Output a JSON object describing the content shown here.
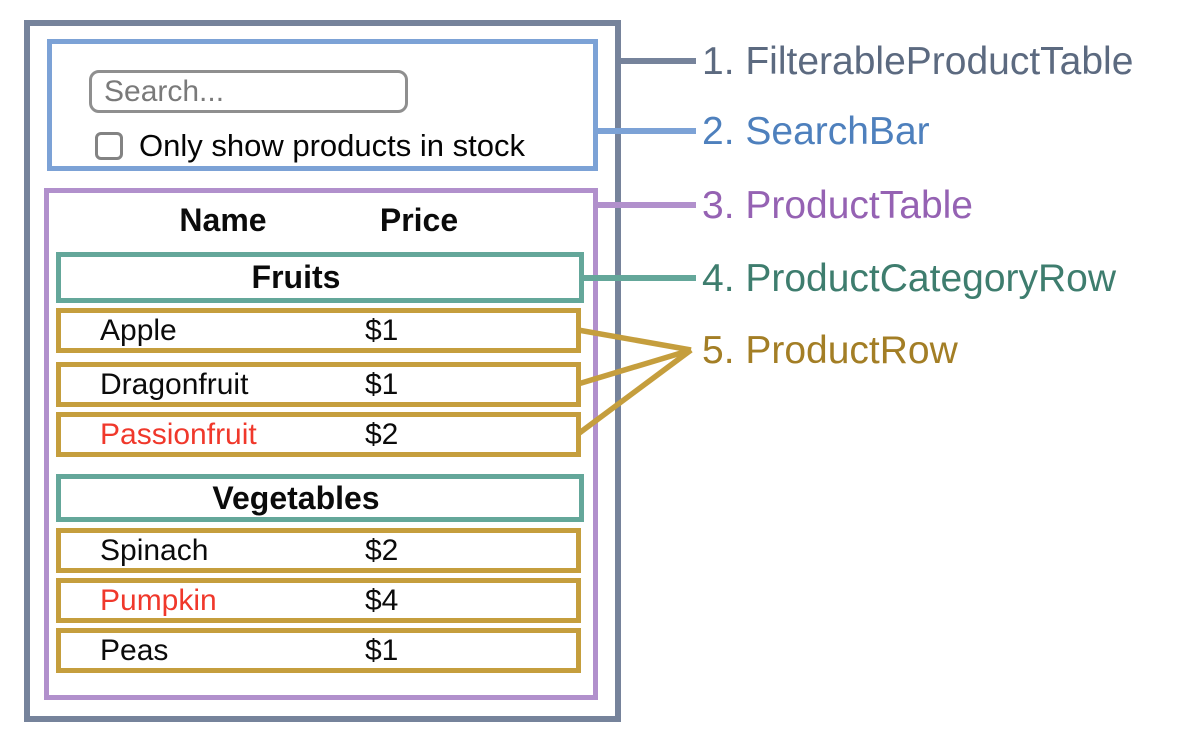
{
  "palette": {
    "filterable_border": "#76839B",
    "searchbar_border": "#7CA2D6",
    "producttable_border": "#B190CC",
    "category_border": "#64A79A",
    "productrow_border": "#C59E3D",
    "out_of_stock_text": "#F0382B",
    "text": "#0B0B0B"
  },
  "search_bar": {
    "placeholder": "Search...",
    "checkbox_label": "Only show products in stock",
    "checkbox_checked": false
  },
  "product_table": {
    "name_header": "Name",
    "price_header": "Price",
    "categories": [
      {
        "label": "Fruits",
        "rows": [
          {
            "name": "Apple",
            "price": "$1",
            "out_of_stock": false,
            "name_color": "#0B0B0B"
          },
          {
            "name": "Dragonfruit",
            "price": "$1",
            "out_of_stock": false,
            "name_color": "#0B0B0B"
          },
          {
            "name": "Passionfruit",
            "price": "$2",
            "out_of_stock": true,
            "name_color": "#F0382B"
          }
        ]
      },
      {
        "label": "Vegetables",
        "rows": [
          {
            "name": "Spinach",
            "price": "$2",
            "out_of_stock": false,
            "name_color": "#0B0B0B"
          },
          {
            "name": "Pumpkin",
            "price": "$4",
            "out_of_stock": true,
            "name_color": "#F0382B"
          },
          {
            "name": "Peas",
            "price": "$1",
            "out_of_stock": false,
            "name_color": "#0B0B0B"
          }
        ]
      }
    ]
  },
  "legend": [
    {
      "text": "1. FilterableProductTable",
      "color": "#5C6A80"
    },
    {
      "text": "2. SearchBar",
      "color": "#4E80BD"
    },
    {
      "text": "3. ProductTable",
      "color": "#9562B3"
    },
    {
      "text": "4. ProductCategoryRow",
      "color": "#3E7D6E"
    },
    {
      "text": "5. ProductRow",
      "color": "#A37E25"
    }
  ]
}
